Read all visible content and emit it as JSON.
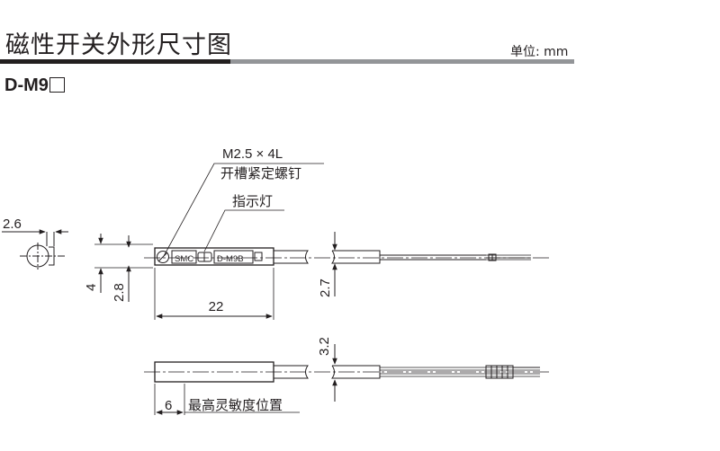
{
  "header": {
    "title": "磁性开关外形尺寸图",
    "unit": "单位: mm"
  },
  "model": {
    "label": "D-M9"
  },
  "colors": {
    "line": "#231f20",
    "rule_dark": "#231f20",
    "rule_gray": "#939598"
  },
  "callouts": {
    "screw_spec": "M2.5 × 4L",
    "screw_name": "开槽紧定螺钉",
    "indicator": "指示灯",
    "sensitivity": "最高灵敏度位置"
  },
  "body_marks": {
    "brand": "SMC",
    "model": "D-M9B"
  },
  "dimensions": {
    "end_width": "2.6",
    "height_total": "4",
    "height_body": "2.8",
    "length": "22",
    "cable_dia": "2.7",
    "side_height": "3.2",
    "sensing_pos": "6"
  }
}
